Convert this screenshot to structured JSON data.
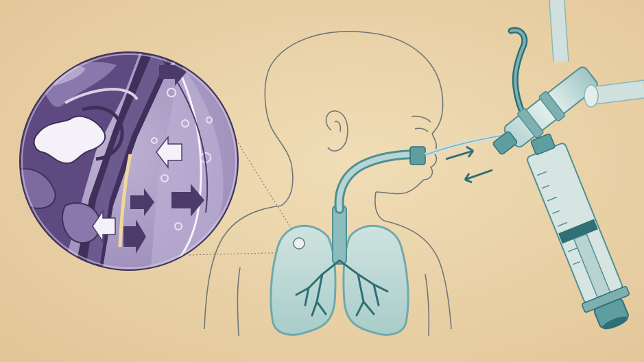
{
  "illustration": {
    "palette": {
      "background": "#e9d3a9",
      "outline": "#6f7777",
      "teal": "#6fa9ac",
      "teal_dark": "#2f6f76",
      "lung_fill": "#b9d6d4",
      "purple_light": "#a79abf",
      "purple_mid": "#7f6aa0",
      "purple_dark": "#4c3a6a",
      "syringe_fill": "#d7e5e2"
    },
    "panels": [
      {
        "name": "magnified-alveolus",
        "icon": "magnifier-circle"
      },
      {
        "name": "infant-airway",
        "icon": "infant-outline"
      },
      {
        "name": "ventilation-circuit",
        "icon": "syringe-and-tubing"
      }
    ]
  }
}
